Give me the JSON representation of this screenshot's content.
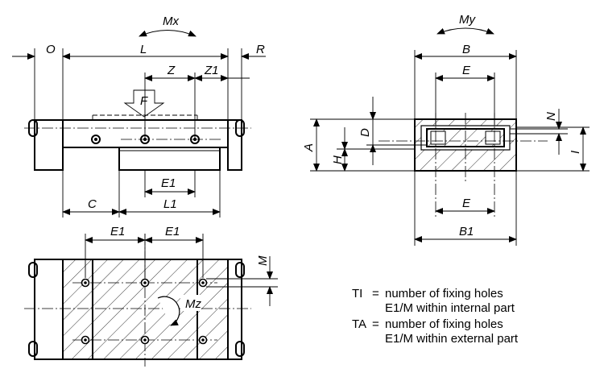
{
  "labels": {
    "mx": "Mx",
    "my": "My",
    "mz": "Mz",
    "o": "O",
    "l": "L",
    "r": "R",
    "z": "Z",
    "z1": "Z1",
    "f": "F",
    "e1_side": "E1",
    "c": "C",
    "l1": "L1",
    "b": "B",
    "e_top": "E",
    "e_bottom": "E",
    "b1": "B1",
    "a": "A",
    "h": "H",
    "d": "D",
    "n": "N",
    "i": "I",
    "e1_plan_left": "E1",
    "e1_plan_right": "E1",
    "m": "M"
  },
  "legend": {
    "ti_term": "TI",
    "ti_eq": "=",
    "ti_line1": "number of fixing holes",
    "ti_line2": "E1/M within internal part",
    "ta_term": "TA",
    "ta_eq": "=",
    "ta_line1": "number of fixing holes",
    "ta_line2": "E1/M within external part"
  }
}
